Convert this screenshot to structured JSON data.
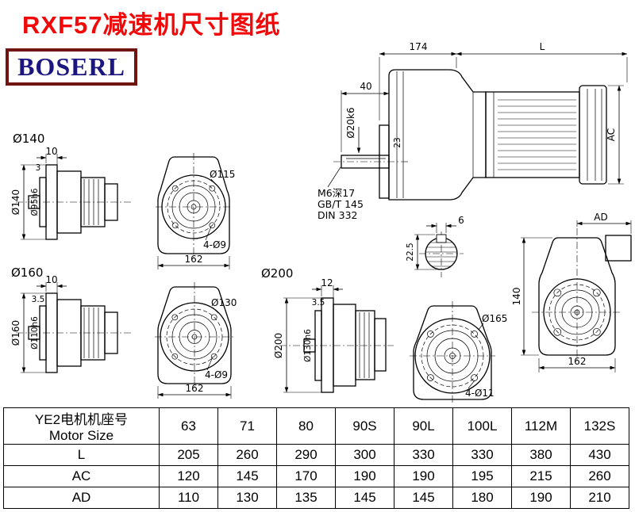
{
  "page": {
    "title": "RXF57减速机尺寸图纸",
    "brand": "BOSERL"
  },
  "colors": {
    "title_red": "#f10808",
    "logo_text_navy": "#1c1680",
    "logo_border_maroon": "#70150f",
    "line_black": "#000000"
  },
  "drawings": {
    "flange140": {
      "label": "Ø140",
      "dim_width": "10",
      "dim_step": "3",
      "dim_outer": "Ø140",
      "dim_spigot": "Ø95h6"
    },
    "front115": {
      "dim_flange": "Ø115",
      "dim_holes": "4-Ø9",
      "dim_width": "162"
    },
    "flange160": {
      "label": "Ø160",
      "dim_width": "10",
      "dim_step": "3.5",
      "dim_outer": "Ø160",
      "dim_spigot": "Ø110h6"
    },
    "front130": {
      "dim_flange": "Ø130",
      "dim_holes": "4-Ø9",
      "dim_width": "162"
    },
    "flange200": {
      "label": "Ø200",
      "dim_width": "12",
      "dim_step": "3.5",
      "dim_outer": "Ø200",
      "dim_spigot": "Ø130h6"
    },
    "front165": {
      "dim_flange": "Ø165",
      "dim_holes": "4-Ø11"
    },
    "main": {
      "dim_length_gear": "174",
      "dim_length_motor": "L",
      "dim_shaft_length": "40",
      "dim_shaft_dia": "Ø20k6",
      "dim_23": "23",
      "dim_ac": "AC",
      "note_thread": "M6深17",
      "note_gb": "GB/T 145",
      "note_din": "DIN 332",
      "dim_key_width": "6",
      "dim_key_height": "22.5"
    },
    "rear": {
      "dim_ad": "AD",
      "dim_height": "140",
      "dim_width": "162"
    }
  },
  "table": {
    "header": {
      "label_line1": "YE2电机机座号",
      "label_line2": "Motor Size",
      "sizes": [
        "63",
        "71",
        "80",
        "90S",
        "90L",
        "100L",
        "112M",
        "132S"
      ]
    },
    "rows": [
      {
        "label": "L",
        "values": [
          "205",
          "260",
          "290",
          "300",
          "330",
          "330",
          "380",
          "430"
        ]
      },
      {
        "label": "AC",
        "values": [
          "120",
          "145",
          "170",
          "190",
          "190",
          "195",
          "215",
          "260"
        ]
      },
      {
        "label": "AD",
        "values": [
          "110",
          "130",
          "135",
          "145",
          "145",
          "180",
          "190",
          "210"
        ]
      }
    ]
  }
}
